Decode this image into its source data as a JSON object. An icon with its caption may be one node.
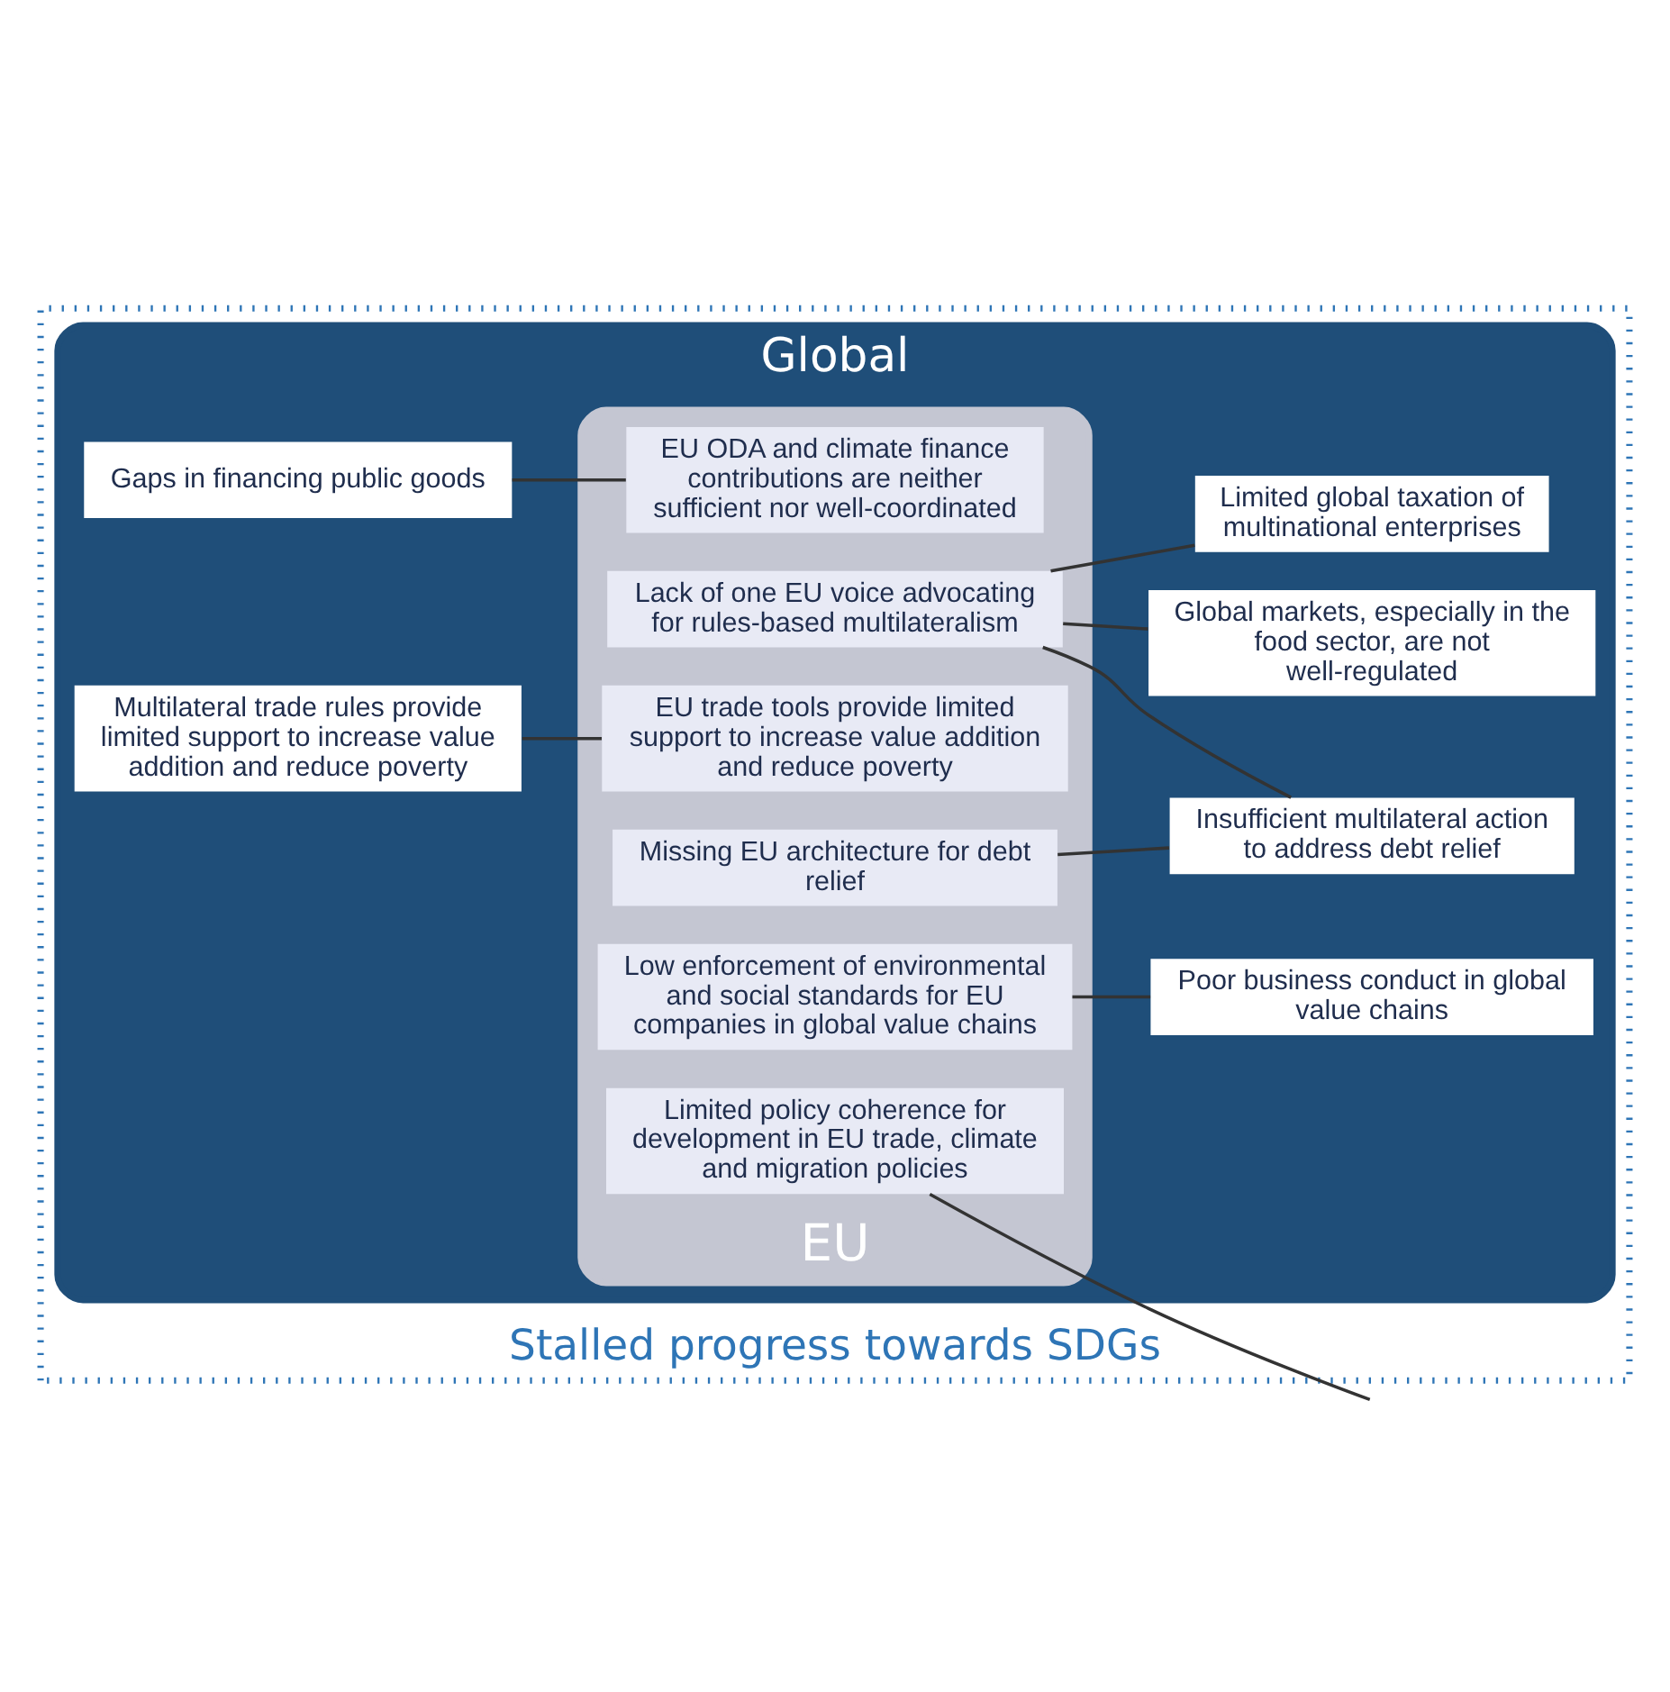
{
  "diagram": {
    "nodes": [
      {
        "text": [
          "Stalled progress towards SDGs"
        ]
      },
      {
        "text": [
          "Global"
        ],
        "in": 0
      },
      {
        "text": [
          "EU"
        ],
        "in": 1
      },
      {
        "text": [
          "EU ODA and climate finance contributions are neither sufficient nor well-coordinated"
        ],
        "in": 2
      },
      {
        "text": [
          "Low enforcement of environmental and social standards for EU companies in global value chains"
        ],
        "in": 2
      },
      {
        "text": [
          "EU trade tools provide limited support to increase value addition and reduce poverty"
        ],
        "in": 2
      },
      {
        "text": [
          "Missing EU architecture for debt relief"
        ],
        "in": 2
      },
      {
        "text": [
          "Lack of one EU voice advocating for rules-based multilateralism"
        ],
        "in": 2
      },
      {
        "text": [
          "Limited policy coherence for development in EU trade, climate and migration policies"
        ],
        "in": 2
      },
      {
        "text": [
          "Gaps in financing public goods"
        ],
        "in": 1
      },
      {
        "text": [
          "Poor business conduct in global value chains"
        ],
        "in": 1
      },
      {
        "text": [
          "Multilateral trade rules provide limited support to increase value addition and reduce poverty"
        ],
        "in": 1
      },
      {
        "text": [
          "Insufficient multilateral action to address debt relief"
        ],
        "in": 1
      },
      {
        "text": [
          "Global markets, especially in the food sector, are not well-regulated"
        ],
        "in": 1
      },
      {
        "text": [
          "Limited global taxation of multinational enterprises"
        ],
        "in": 1
      }
    ],
    "edges": [
      {
        "from": 9,
        "to": 3,
        "arrow": "none"
      },
      {
        "from": 4,
        "to": 10,
        "arrow": "none"
      },
      {
        "from": 11,
        "to": 5,
        "arrow": "none"
      },
      {
        "from": 6,
        "to": 12,
        "arrow": "none"
      },
      {
        "from": 7,
        "to": 12,
        "arrow": "none"
      },
      {
        "from": 7,
        "to": 13,
        "arrow": "none"
      },
      {
        "from": 7,
        "to": 14,
        "arrow": "none"
      },
      {
        "from": 8,
        "to": null,
        "arrow": "none"
      }
    ]
  }
}
